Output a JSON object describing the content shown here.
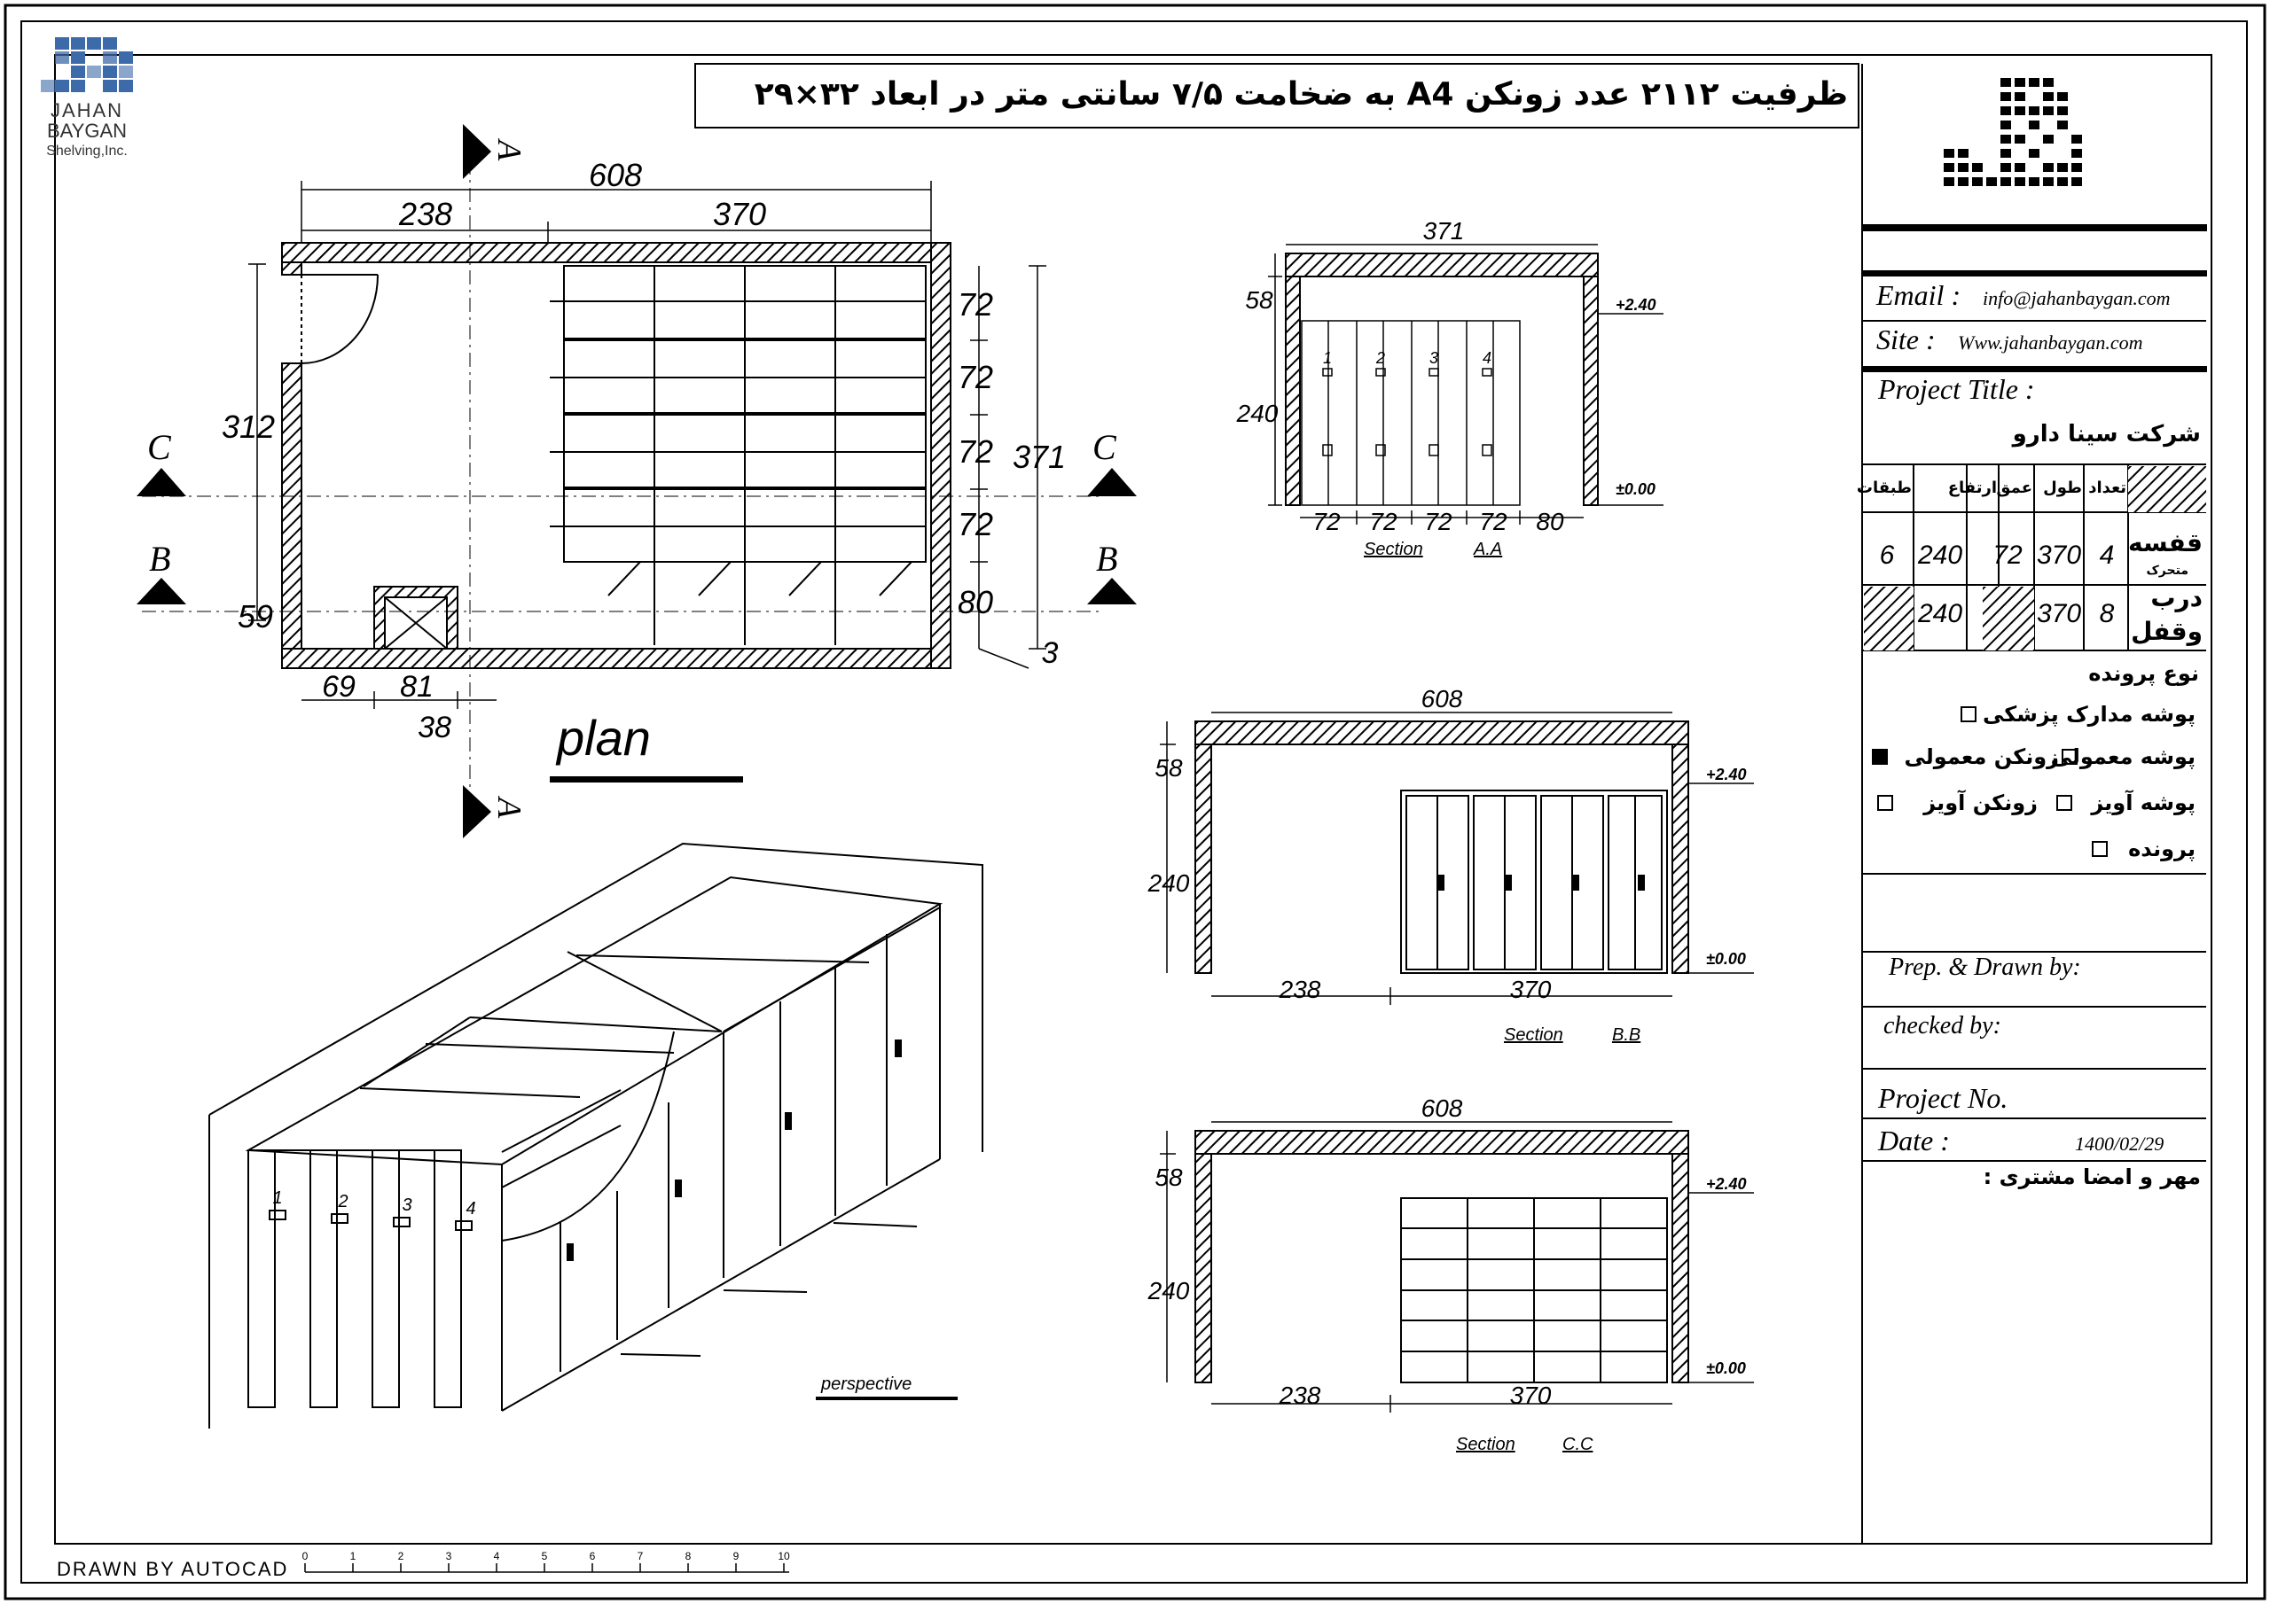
{
  "logo": {
    "line1": "JAHAN",
    "line2": "BAYGAN",
    "line3": "Shelving,Inc."
  },
  "title": "ظرفیت ۲۱۱۲ عدد زونکن A4 به ضخامت ۷/۵ سانتی متر در ابعاد ۳۲×۲۹",
  "plan": {
    "label": "plan",
    "dims": {
      "total_width": "608",
      "left_width": "238",
      "right_width": "370",
      "left_height": "312",
      "bottom_left": "59",
      "shelf1": "72",
      "shelf2": "72",
      "shelf3": "72",
      "shelf4": "72",
      "aisle": "80",
      "total_height": "371",
      "wall": "3",
      "bottom1": "69",
      "bottom2": "81",
      "bottom3": "38"
    },
    "section_marks": {
      "a": "A",
      "b": "B",
      "c": "C"
    }
  },
  "section_aa": {
    "label": "Section",
    "id": "A.A",
    "dims": {
      "top": "371",
      "upper": "58",
      "height": "240",
      "b1": "72",
      "b2": "72",
      "b3": "72",
      "b4": "72",
      "b5": "80"
    },
    "levels": {
      "top": "+2.40",
      "bottom": "±0.00"
    },
    "units": [
      "1",
      "2",
      "3",
      "4"
    ]
  },
  "section_bb": {
    "label": "Section",
    "id": "B.B",
    "dims": {
      "top": "608",
      "upper": "58",
      "height": "240",
      "left": "238",
      "right": "370"
    },
    "levels": {
      "top": "+2.40",
      "bottom": "±0.00"
    }
  },
  "section_cc": {
    "label": "Section",
    "id": "C.C",
    "dims": {
      "top": "608",
      "upper": "58",
      "height": "240",
      "left": "238",
      "right": "370"
    },
    "levels": {
      "top": "+2.40",
      "bottom": "±0.00"
    }
  },
  "perspective": {
    "label": "perspective",
    "units": [
      "1",
      "2",
      "3",
      "4"
    ]
  },
  "title_block": {
    "email_label": "Email :",
    "email": "info@jahanbaygan.com",
    "site_label": "Site :",
    "site": "Www.jahanbaygan.com",
    "project_title_label": "Project Title :",
    "project_title": "شرکت سینا دارو",
    "table": {
      "headers": [
        "تعداد",
        "طول",
        "عمق",
        "ارتفاع",
        "طبقات"
      ],
      "rows": [
        {
          "name": "قفسه",
          "sub": "متحرک",
          "cells": [
            "4",
            "370",
            "72",
            "240",
            "6"
          ]
        },
        {
          "name": "درب",
          "sub": "وقفل",
          "cells": [
            "8",
            "370",
            "",
            "240",
            ""
          ]
        }
      ]
    },
    "file_type_label": "نوع پرونده",
    "options": [
      {
        "label": "پوشه مدارک پزشکی",
        "checked": false
      },
      {
        "label": "پوشه معمولی",
        "checked": false
      },
      {
        "label": "زونکن معمولی",
        "checked": true
      },
      {
        "label": "پوشه آویز",
        "checked": false
      },
      {
        "label": "زونکن آویز",
        "checked": false
      },
      {
        "label": "پرونده",
        "checked": false
      }
    ],
    "prep_label": "Prep. & Drawn by:",
    "checked_label": "checked by:",
    "project_no_label": "Project No.",
    "date_label": "Date :",
    "date": "1400/02/29",
    "sign_label": "مهر و امضا مشتری :"
  },
  "footer": {
    "drawn_by": "DRAWN BY AUTOCAD",
    "scale_ticks": [
      "0",
      "1",
      "2",
      "3",
      "4",
      "5",
      "6",
      "7",
      "8",
      "9",
      "10"
    ]
  }
}
